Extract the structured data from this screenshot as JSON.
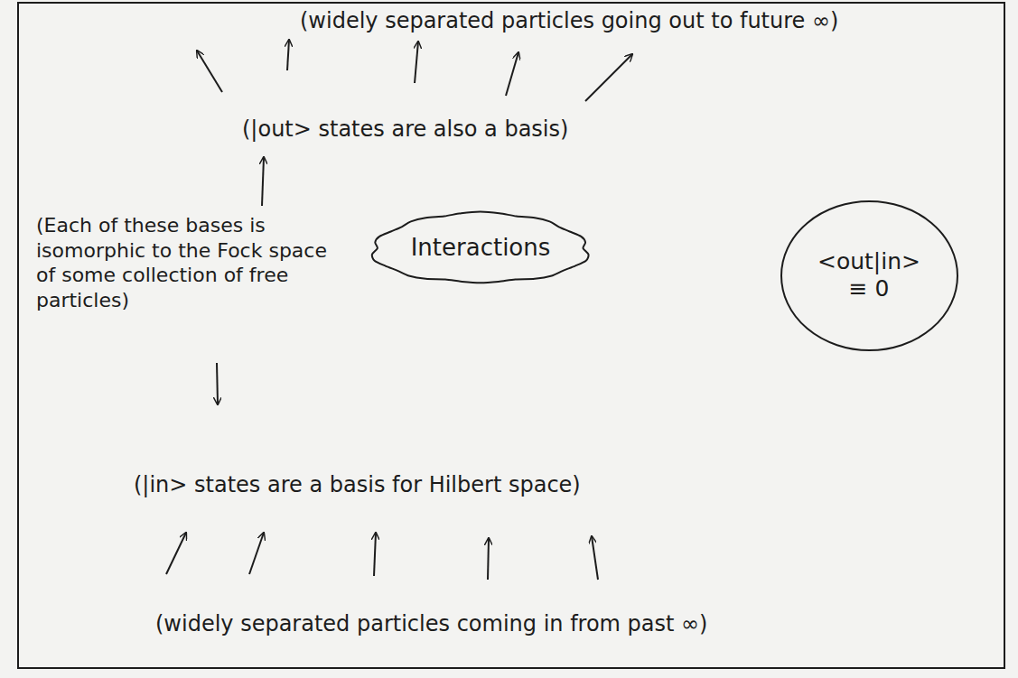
{
  "diagram": {
    "nodes": [
      {
        "text": [
          "Interactions"
        ]
      },
      {
        "text": [
          "<out|in> ≡ 0"
        ]
      }
    ],
    "labels": [
      "(widely separated particles going out to future ∞)",
      "(|out> states are also a basis)",
      "(Each of these bases is isomorphic to the Fock space of some collection of free particles)",
      "(|in> states are a basis for Hilbert space)",
      "(widely separated particles coming in from past ∞)"
    ]
  }
}
